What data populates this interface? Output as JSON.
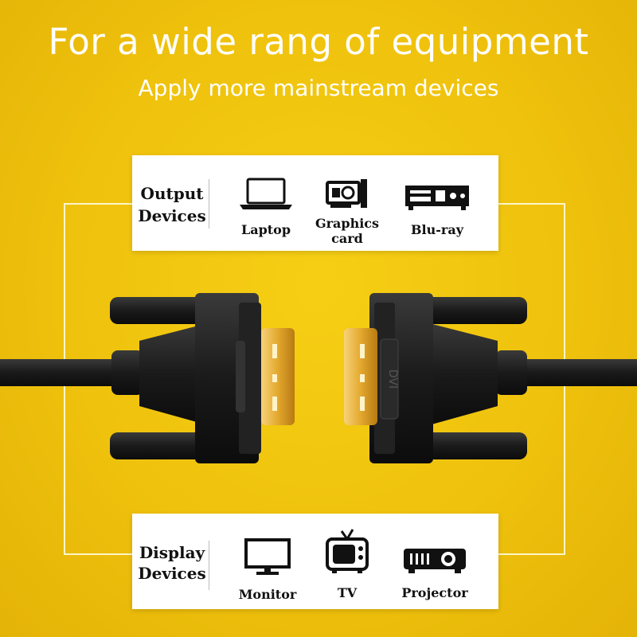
{
  "header": {
    "title": "For a wide rang of equipment",
    "subtitle": "Apply more mainstream devices"
  },
  "output_panel": {
    "label_line1": "Output",
    "label_line2": "Devices",
    "devices": [
      {
        "label": "Laptop",
        "icon": "laptop-icon"
      },
      {
        "label_line1": "Graphics",
        "label_line2": "card",
        "icon": "graphics-card-icon"
      },
      {
        "label": "Blu-ray",
        "icon": "blu-ray-player-icon"
      }
    ]
  },
  "display_panel": {
    "label_line1": "Display",
    "label_line2": "Devices",
    "devices": [
      {
        "label": "Monitor",
        "icon": "monitor-icon"
      },
      {
        "label": "TV",
        "icon": "tv-icon"
      },
      {
        "label": "Projector",
        "icon": "projector-icon"
      }
    ]
  },
  "cable": {
    "connector_marking": "DVI",
    "pin_color": "#e8b23a",
    "body_color": "#1c1c1c"
  },
  "colors": {
    "background": "#f2c40f",
    "text_light": "#ffffff",
    "panel_bg": "#ffffff"
  }
}
